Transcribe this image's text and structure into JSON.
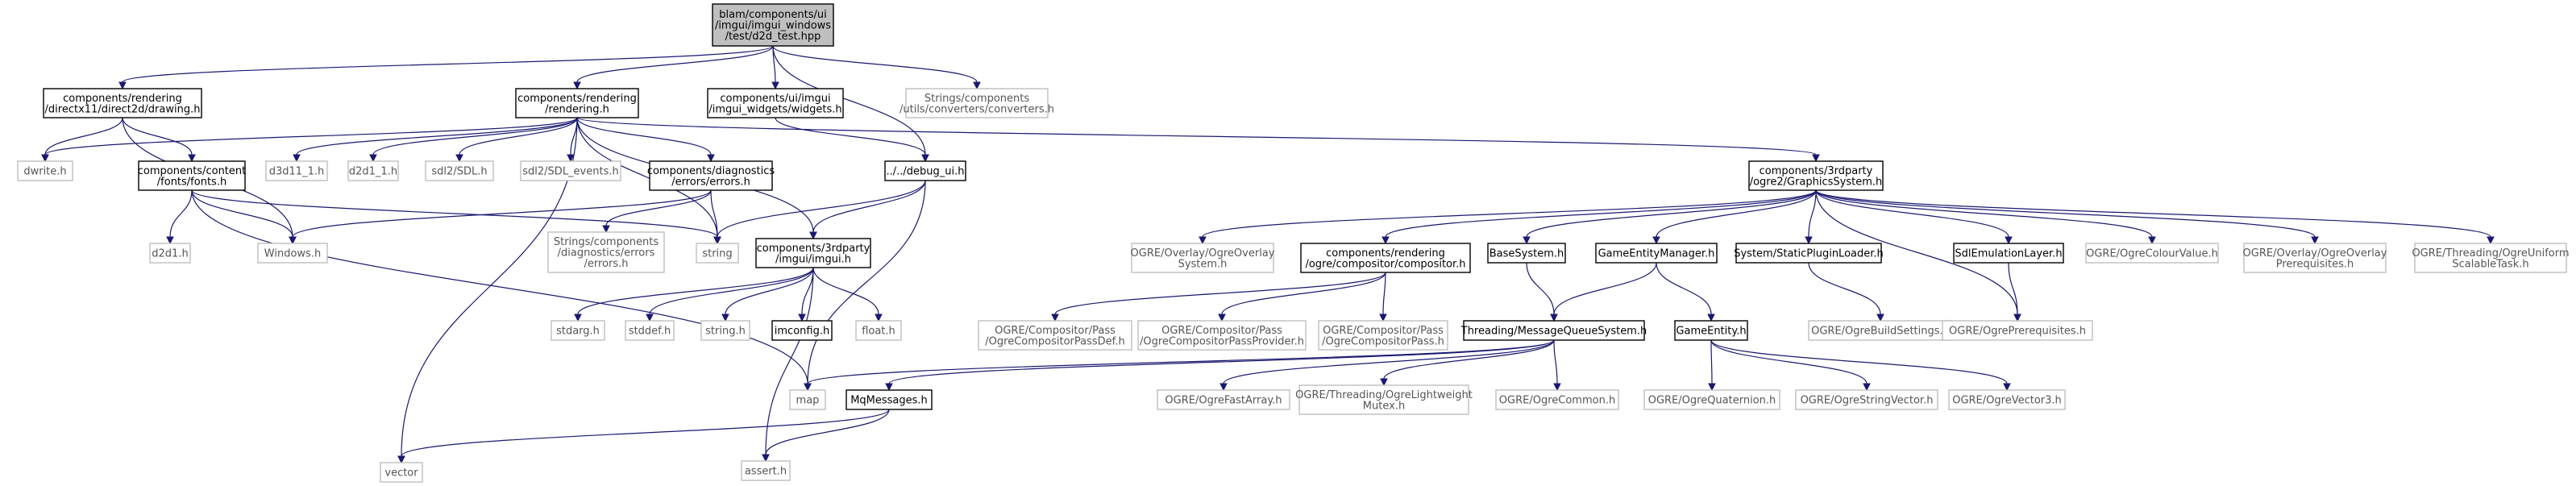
{
  "graph": {
    "colors": {
      "edge": "#191970",
      "root_fill": "#bfbfbf",
      "node_border": "#000000",
      "external_border": "#bfbfbf",
      "background": "#ffffff"
    },
    "nodes": [
      {
        "id": "root",
        "kind": "root",
        "lines": [
          "blam/components/ui",
          "/imgui/imgui_windows",
          "/test/d2d_test.hpp"
        ]
      },
      {
        "id": "drawing",
        "kind": "solid",
        "lines": [
          "components/rendering",
          "/directx11/direct2d/drawing.h"
        ]
      },
      {
        "id": "rendering",
        "kind": "solid",
        "lines": [
          "components/rendering",
          "/rendering.h"
        ]
      },
      {
        "id": "widgets",
        "kind": "solid",
        "lines": [
          "components/ui/imgui",
          "/imgui_widgets/widgets.h"
        ]
      },
      {
        "id": "converters",
        "kind": "ext",
        "lines": [
          "Strings/components",
          "/utils/converters/converters.h"
        ]
      },
      {
        "id": "dwrite",
        "kind": "ext",
        "lines": [
          "dwrite.h"
        ]
      },
      {
        "id": "fonts",
        "kind": "solid",
        "lines": [
          "components/content",
          "/fonts/fonts.h"
        ]
      },
      {
        "id": "d3d11_1",
        "kind": "ext",
        "lines": [
          "d3d11_1.h"
        ]
      },
      {
        "id": "d2d1_1",
        "kind": "ext",
        "lines": [
          "d2d1_1.h"
        ]
      },
      {
        "id": "sdl",
        "kind": "ext",
        "lines": [
          "sdl2/SDL.h"
        ]
      },
      {
        "id": "sdl_events",
        "kind": "ext",
        "lines": [
          "sdl2/SDL_events.h"
        ]
      },
      {
        "id": "errors",
        "kind": "solid",
        "lines": [
          "components/diagnostics",
          "/errors/errors.h"
        ]
      },
      {
        "id": "debug_ui",
        "kind": "solid",
        "lines": [
          "../../debug_ui.h"
        ]
      },
      {
        "id": "graphics",
        "kind": "solid",
        "lines": [
          "components/3rdparty",
          "/ogre2/GraphicsSystem.h"
        ]
      },
      {
        "id": "d2d1",
        "kind": "ext",
        "lines": [
          "d2d1.h"
        ]
      },
      {
        "id": "windows",
        "kind": "ext",
        "lines": [
          "Windows.h"
        ]
      },
      {
        "id": "str_errors",
        "kind": "ext",
        "lines": [
          "Strings/components",
          "/diagnostics/errors",
          "/errors.h"
        ]
      },
      {
        "id": "string",
        "kind": "ext",
        "lines": [
          "string"
        ]
      },
      {
        "id": "imgui",
        "kind": "solid",
        "lines": [
          "components/3rdparty",
          "/imgui/imgui.h"
        ]
      },
      {
        "id": "stdarg",
        "kind": "ext",
        "lines": [
          "stdarg.h"
        ]
      },
      {
        "id": "stddef",
        "kind": "ext",
        "lines": [
          "stddef.h"
        ]
      },
      {
        "id": "stringh",
        "kind": "ext",
        "lines": [
          "string.h"
        ]
      },
      {
        "id": "imconfig",
        "kind": "solid",
        "lines": [
          "imconfig.h"
        ]
      },
      {
        "id": "float",
        "kind": "ext",
        "lines": [
          "float.h"
        ]
      },
      {
        "id": "map",
        "kind": "ext",
        "lines": [
          "map"
        ]
      },
      {
        "id": "vector",
        "kind": "ext",
        "lines": [
          "vector"
        ]
      },
      {
        "id": "assert",
        "kind": "ext",
        "lines": [
          "assert.h"
        ]
      },
      {
        "id": "mqmessages",
        "kind": "solid",
        "lines": [
          "MqMessages.h"
        ]
      },
      {
        "id": "overlay_system",
        "kind": "ext",
        "lines": [
          "OGRE/Overlay/OgreOverlay",
          "System.h"
        ]
      },
      {
        "id": "compositor",
        "kind": "solid",
        "lines": [
          "components/rendering",
          "/ogre/compositor/compositor.h"
        ]
      },
      {
        "id": "basesystem",
        "kind": "solid",
        "lines": [
          "BaseSystem.h"
        ]
      },
      {
        "id": "gem",
        "kind": "solid",
        "lines": [
          "GameEntityManager.h"
        ]
      },
      {
        "id": "spl",
        "kind": "solid",
        "lines": [
          "System/StaticPluginLoader.h"
        ]
      },
      {
        "id": "sdlemu",
        "kind": "solid",
        "lines": [
          "SdlEmulationLayer.h"
        ]
      },
      {
        "id": "colourvalue",
        "kind": "ext",
        "lines": [
          "OGRE/OgreColourValue.h"
        ]
      },
      {
        "id": "overlay_prereq",
        "kind": "ext",
        "lines": [
          "OGRE/Overlay/OgreOverlay",
          "Prerequisites.h"
        ]
      },
      {
        "id": "uniform",
        "kind": "ext",
        "lines": [
          "OGRE/Threading/OgreUniform",
          "ScalableTask.h"
        ]
      },
      {
        "id": "cpdef",
        "kind": "ext",
        "lines": [
          "OGRE/Compositor/Pass",
          "/OgreCompositorPassDef.h"
        ]
      },
      {
        "id": "cpprov",
        "kind": "ext",
        "lines": [
          "OGRE/Compositor/Pass",
          "/OgreCompositorPassProvider.h"
        ]
      },
      {
        "id": "cpass",
        "kind": "ext",
        "lines": [
          "OGRE/Compositor/Pass",
          "/OgreCompositorPass.h"
        ]
      },
      {
        "id": "mqs",
        "kind": "solid",
        "lines": [
          "Threading/MessageQueueSystem.h"
        ]
      },
      {
        "id": "gameentity",
        "kind": "solid",
        "lines": [
          "GameEntity.h"
        ]
      },
      {
        "id": "buildsettings",
        "kind": "ext",
        "lines": [
          "OGRE/OgreBuildSettings.h"
        ]
      },
      {
        "id": "ogreprereq",
        "kind": "ext",
        "lines": [
          "OGRE/OgrePrerequisites.h"
        ]
      },
      {
        "id": "fastarray",
        "kind": "ext",
        "lines": [
          "OGRE/OgreFastArray.h"
        ]
      },
      {
        "id": "lwmutex",
        "kind": "ext",
        "lines": [
          "OGRE/Threading/OgreLightweight",
          "Mutex.h"
        ]
      },
      {
        "id": "ogrecommon",
        "kind": "ext",
        "lines": [
          "OGRE/OgreCommon.h"
        ]
      },
      {
        "id": "quaternion",
        "kind": "ext",
        "lines": [
          "OGRE/OgreQuaternion.h"
        ]
      },
      {
        "id": "stringvector",
        "kind": "ext",
        "lines": [
          "OGRE/OgreStringVector.h"
        ]
      },
      {
        "id": "vector3",
        "kind": "ext",
        "lines": [
          "OGRE/OgreVector3.h"
        ]
      }
    ],
    "edges": [
      [
        "root",
        "drawing"
      ],
      [
        "root",
        "rendering"
      ],
      [
        "root",
        "widgets"
      ],
      [
        "root",
        "converters"
      ],
      [
        "root",
        "debug_ui"
      ],
      [
        "drawing",
        "dwrite"
      ],
      [
        "drawing",
        "fonts"
      ],
      [
        "drawing",
        "windows"
      ],
      [
        "rendering",
        "dwrite"
      ],
      [
        "rendering",
        "d3d11_1"
      ],
      [
        "rendering",
        "d2d1_1"
      ],
      [
        "rendering",
        "sdl"
      ],
      [
        "rendering",
        "sdl_events"
      ],
      [
        "rendering",
        "errors"
      ],
      [
        "rendering",
        "string"
      ],
      [
        "rendering",
        "imgui"
      ],
      [
        "rendering",
        "graphics"
      ],
      [
        "rendering",
        "vector"
      ],
      [
        "widgets",
        "debug_ui"
      ],
      [
        "fonts",
        "d2d1"
      ],
      [
        "fonts",
        "windows"
      ],
      [
        "fonts",
        "string"
      ],
      [
        "fonts",
        "map"
      ],
      [
        "errors",
        "windows"
      ],
      [
        "errors",
        "str_errors"
      ],
      [
        "errors",
        "string"
      ],
      [
        "debug_ui",
        "string"
      ],
      [
        "debug_ui",
        "imgui"
      ],
      [
        "debug_ui",
        "map"
      ],
      [
        "imgui",
        "stdarg"
      ],
      [
        "imgui",
        "stddef"
      ],
      [
        "imgui",
        "stringh"
      ],
      [
        "imgui",
        "imconfig"
      ],
      [
        "imgui",
        "float"
      ],
      [
        "imgui",
        "assert"
      ],
      [
        "graphics",
        "overlay_system"
      ],
      [
        "graphics",
        "compositor"
      ],
      [
        "graphics",
        "basesystem"
      ],
      [
        "graphics",
        "gem"
      ],
      [
        "graphics",
        "spl"
      ],
      [
        "graphics",
        "sdlemu"
      ],
      [
        "graphics",
        "colourvalue"
      ],
      [
        "graphics",
        "overlay_prereq"
      ],
      [
        "graphics",
        "uniform"
      ],
      [
        "graphics",
        "ogreprereq"
      ],
      [
        "compositor",
        "cpdef"
      ],
      [
        "compositor",
        "cpprov"
      ],
      [
        "compositor",
        "cpass"
      ],
      [
        "basesystem",
        "mqs"
      ],
      [
        "gem",
        "mqs"
      ],
      [
        "gem",
        "gameentity"
      ],
      [
        "spl",
        "buildsettings"
      ],
      [
        "sdlemu",
        "ogreprereq"
      ],
      [
        "mqs",
        "map"
      ],
      [
        "mqs",
        "mqmessages"
      ],
      [
        "mqs",
        "fastarray"
      ],
      [
        "mqs",
        "lwmutex"
      ],
      [
        "mqs",
        "ogrecommon"
      ],
      [
        "mqmessages",
        "vector"
      ],
      [
        "mqmessages",
        "assert"
      ],
      [
        "gameentity",
        "quaternion"
      ],
      [
        "gameentity",
        "stringvector"
      ],
      [
        "gameentity",
        "vector3"
      ]
    ]
  }
}
